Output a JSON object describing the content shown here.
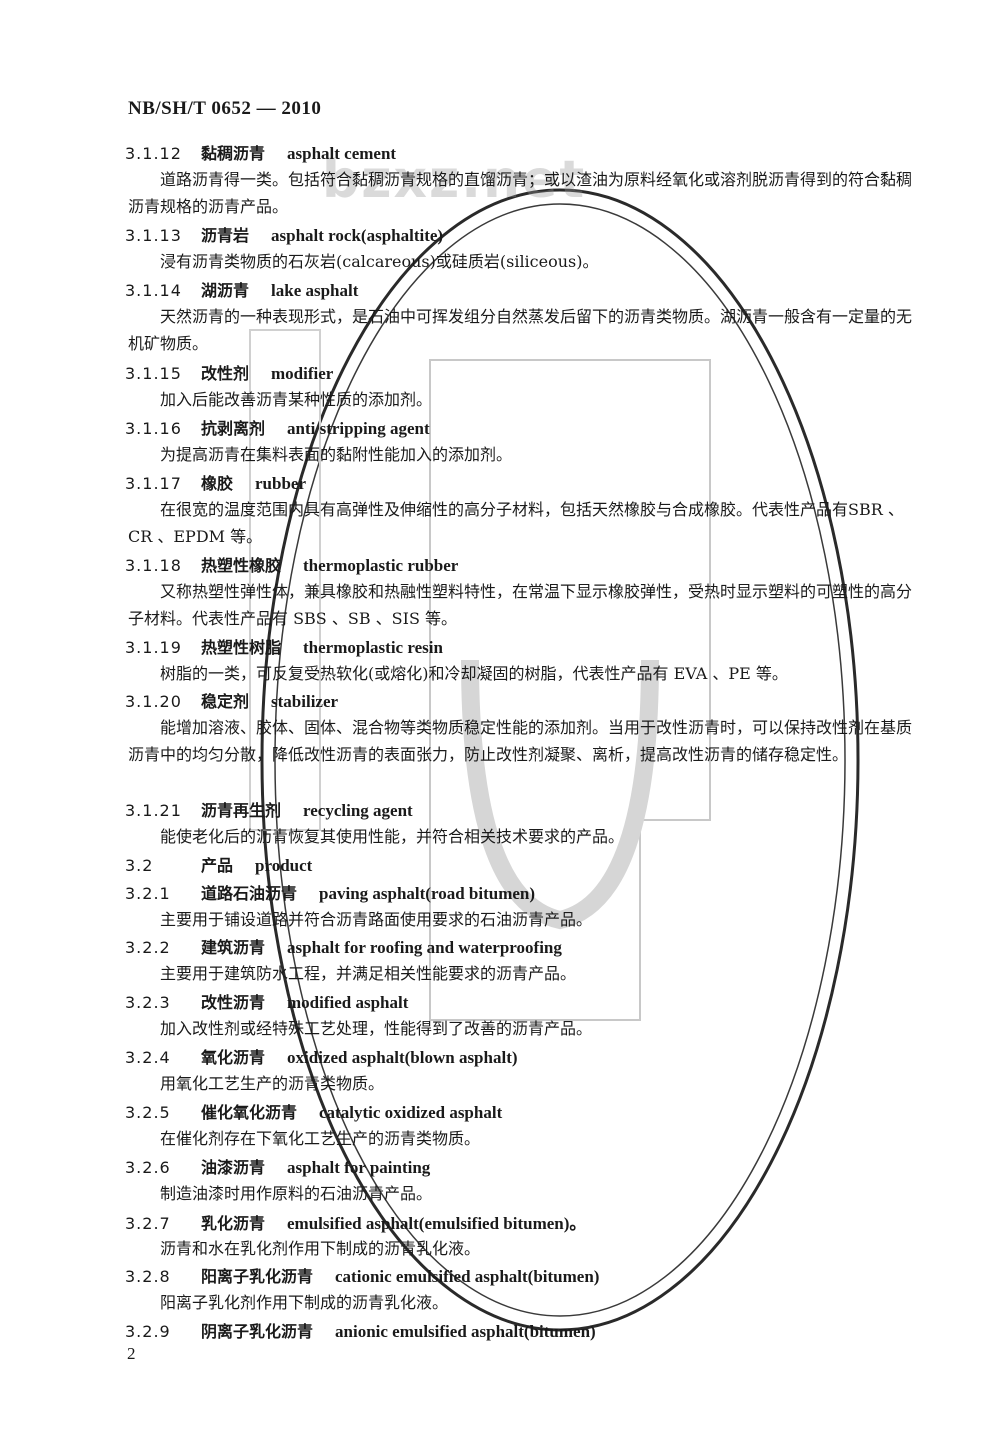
{
  "header": "NB/SH/T 0652 — 2010",
  "watermark": "bzxz.net",
  "page_number": "2",
  "entries": [
    {
      "num": "3.1.12",
      "cn": "黏稠沥青",
      "en": "asphalt cement",
      "def": "道路沥青得一类。包括符合黏稠沥青规格的直馏沥青；或以渣油为原料经氧化或溶剂脱沥青得到的符合黏稠沥青规格的沥青产品。"
    },
    {
      "num": "3.1.13",
      "cn": "沥青岩",
      "en": "asphalt rock(asphaltite)",
      "def": "浸有沥青类物质的石灰岩(calcareous)或硅质岩(siliceous)。"
    },
    {
      "num": "3.1.14",
      "cn": "湖沥青",
      "en": "lake asphalt",
      "def": "天然沥青的一种表现形式，是石油中可挥发组分自然蒸发后留下的沥青类物质。湖沥青一般含有一定量的无机矿物质。"
    },
    {
      "num": "3.1.15",
      "cn": "改性剂",
      "en": "modifier",
      "def": "加入后能改善沥青某种性质的添加剂。"
    },
    {
      "num": "3.1.16",
      "cn": "抗剥离剂",
      "en": "anti stripping agent",
      "def": "为提高沥青在集料表面的黏附性能加入的添加剂。"
    },
    {
      "num": "3.1.17",
      "cn": "橡胶",
      "en": "rubber",
      "def": "在很宽的温度范围内具有高弹性及伸缩性的高分子材料，包括天然橡胶与合成橡胶。代表性产品有SBR 、CR 、EPDM 等。"
    },
    {
      "num": "3.1.18",
      "cn": "热塑性橡胶",
      "en": "thermoplastic rubber",
      "def": "又称热塑性弹性体，兼具橡胶和热融性塑料特性，在常温下显示橡胶弹性，受热时显示塑料的可塑性的高分子材料。代表性产品有 SBS 、SB 、SIS 等。"
    },
    {
      "num": "3.1.19",
      "cn": "热塑性树脂",
      "en": "thermoplastic resin",
      "def": "树脂的一类，可反复受热软化(或熔化)和冷却凝固的树脂，代表性产品有 EVA 、PE 等。"
    },
    {
      "num": "3.1.20",
      "cn": "稳定剂",
      "en": "stabilizer",
      "def": "能增加溶液、胶体、固体、混合物等类物质稳定性能的添加剂。当用于改性沥青时，可以保持改性剂在基质沥青中的均匀分散，降低改性沥青的表面张力，防止改性剂凝聚、离析，提高改性沥青的储存稳定性。"
    },
    {
      "num": "3.1.21",
      "cn": "沥青再生剂",
      "en": "recycling agent",
      "def": "能使老化后的沥青恢复其使用性能，并符合相关技术要求的产品。"
    },
    {
      "num": "3.2",
      "cn": "产品",
      "en": "product",
      "def": ""
    },
    {
      "num": "3.2.1",
      "cn": "道路石油沥青",
      "en": "paving asphalt(road bitumen)",
      "def": "主要用于铺设道路并符合沥青路面使用要求的石油沥青产品。"
    },
    {
      "num": "3.2.2",
      "cn": "建筑沥青",
      "en": "asphalt for roofing and waterproofing",
      "def": "主要用于建筑防水工程，并满足相关性能要求的沥青产品。"
    },
    {
      "num": "3.2.3",
      "cn": "改性沥青",
      "en": "modified asphalt",
      "def": "加入改性剂或经特殊工艺处理，性能得到了改善的沥青产品。"
    },
    {
      "num": "3.2.4",
      "cn": "氧化沥青",
      "en": "oxidized asphalt(blown asphalt)",
      "def": "用氧化工艺生产的沥青类物质。"
    },
    {
      "num": "3.2.5",
      "cn": "催化氧化沥青",
      "en": "catalytic oxidized asphalt",
      "def": "在催化剂存在下氧化工艺生产的沥青类物质。"
    },
    {
      "num": "3.2.6",
      "cn": "油漆沥青",
      "en": "asphalt for painting",
      "def": "制造油漆时用作原料的石油沥青产品。"
    },
    {
      "num": "3.2.7",
      "cn": "乳化沥青",
      "en": "emulsified asphalt(emulsified bitumen)。",
      "def": "沥青和水在乳化剂作用下制成的沥青乳化液。"
    },
    {
      "num": "3.2.8",
      "cn": "阳离子乳化沥青",
      "en": "cationic emulsified asphalt(bitumen)",
      "def": "阳离子乳化剂作用下制成的沥青乳化液。"
    },
    {
      "num": "3.2.9",
      "cn": "阴离子乳化沥青",
      "en": "anionic emulsified asphalt(bitumen)",
      "def": ""
    }
  ]
}
